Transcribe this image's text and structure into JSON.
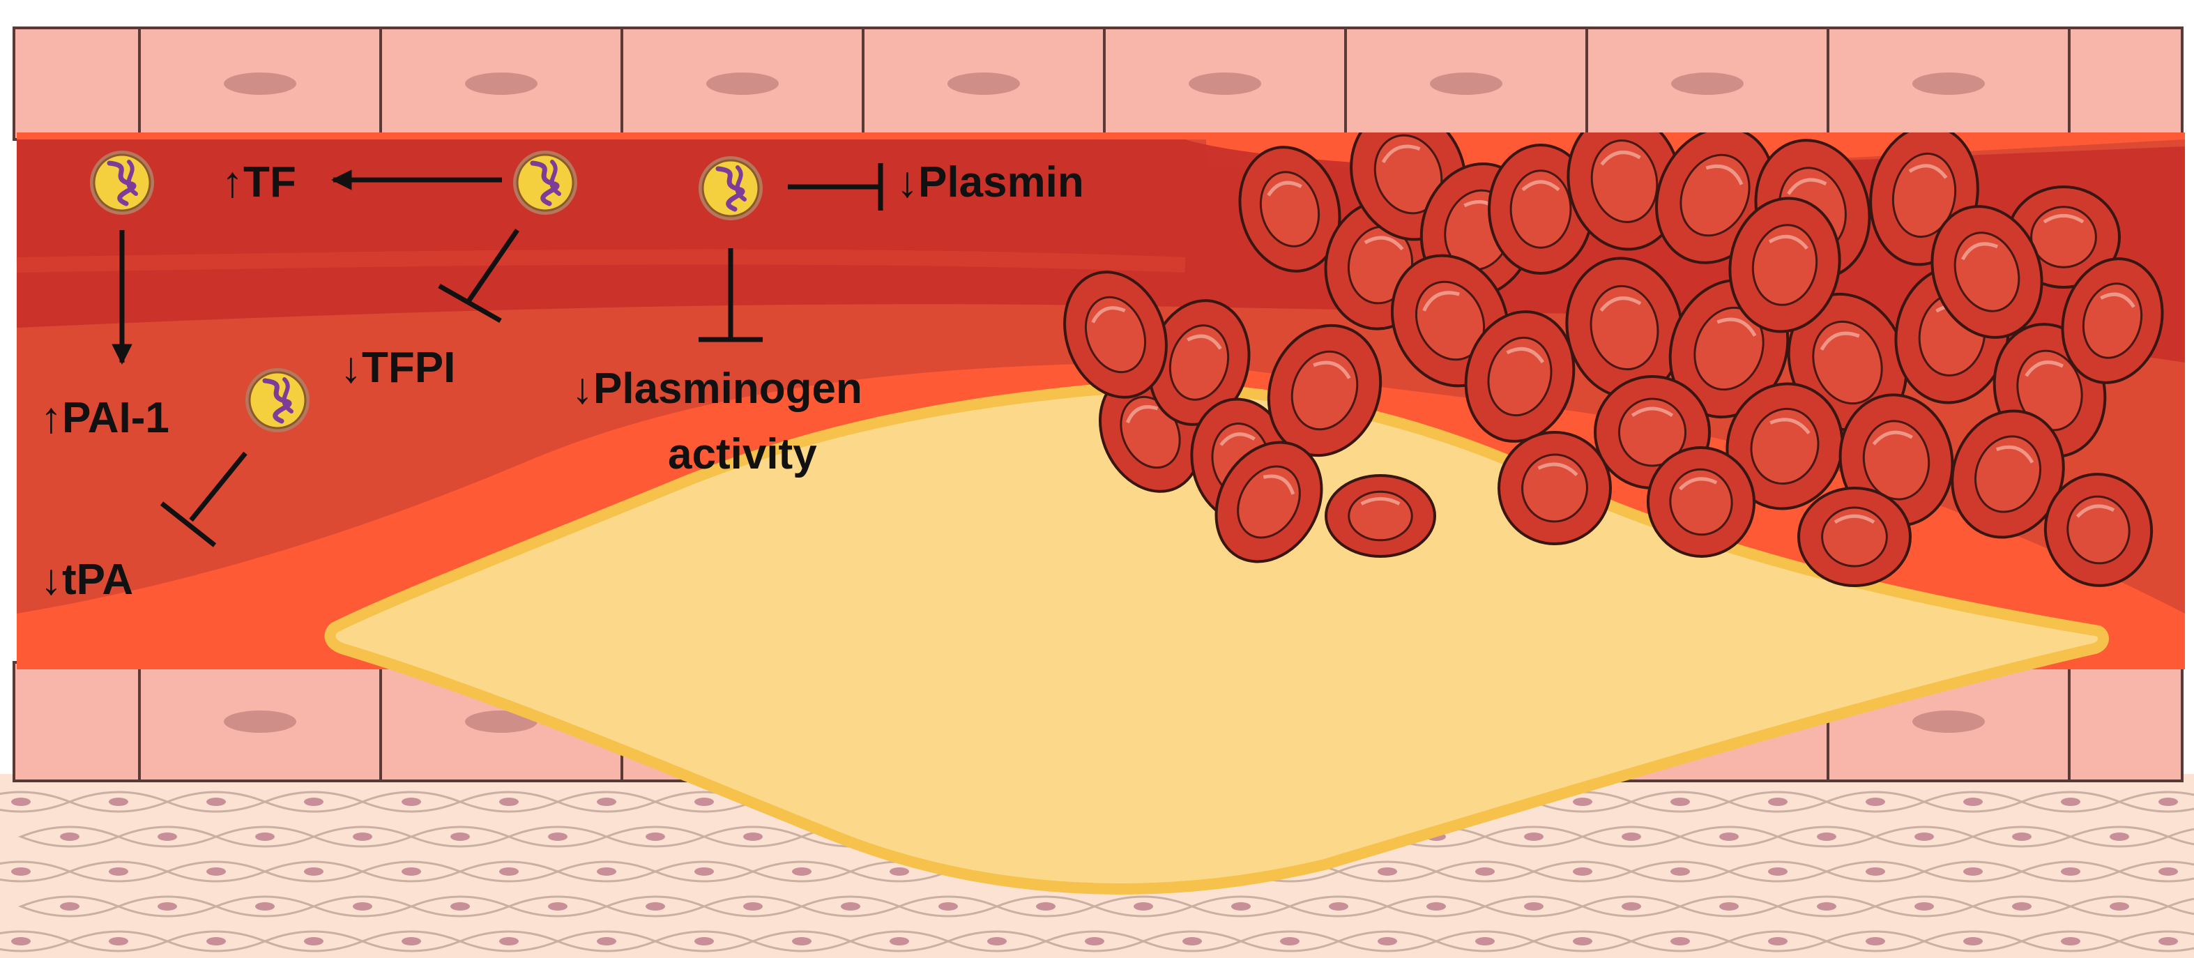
{
  "labels": {
    "tf": "↑TF",
    "pai1": "↑PAI-1",
    "tfpi": "↓TFPI",
    "tpa": "↓tPA",
    "plasmin": "↓Plasmin",
    "plasminogen_line1": "↓Plasminogen",
    "plasminogen_line2": "activity"
  },
  "colors": {
    "endothelium": "#f8b5a9",
    "endothelium_border": "#5a3a36",
    "endothelium_nucleus": "#cf8f88",
    "lumen_dark": "#c9322a",
    "lumen_mid": "#d53a2c",
    "lumen_light": "#dd4a34",
    "vessel_edge": "#ff5a36",
    "plaque_fill": "#fcd98a",
    "plaque_border": "#f6c24c",
    "rbc_fill": "#cf3a2c",
    "rbc_inner": "#e04e3c",
    "rbc_border": "#3a1612",
    "muscle_fill": "#fbe2d2",
    "muscle_border": "#c9b0a3",
    "muscle_nucleus": "#c98f98",
    "arrow": "#111111",
    "cell_yellow": "#f4d03f",
    "cell_purple": "#7d3c98",
    "cell_rim": "#b7775c"
  }
}
